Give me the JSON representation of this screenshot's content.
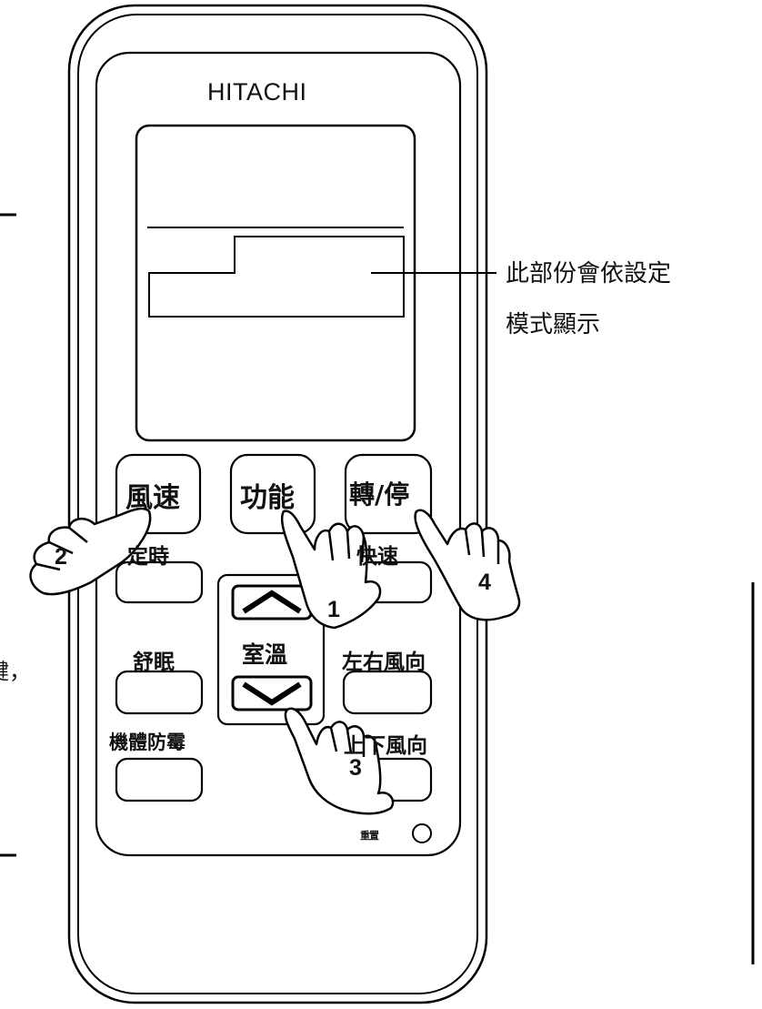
{
  "brand": "HITACHI",
  "annotation": {
    "line1": "此部份會依設定",
    "line2": "模式顯示"
  },
  "edge_text": "鍵，",
  "buttons": {
    "fan_speed": "風速",
    "function": "功能",
    "start_stop": "轉/停",
    "timer": "定時",
    "quick": "快速",
    "sleep": "舒眠",
    "room_temp": "室溫",
    "left_right_swing": "左右風向",
    "mold_proof": "機體防霉",
    "up_down_swing": "上下風向",
    "reset": "重置"
  },
  "step_numbers": [
    "1",
    "2",
    "3",
    "4"
  ]
}
